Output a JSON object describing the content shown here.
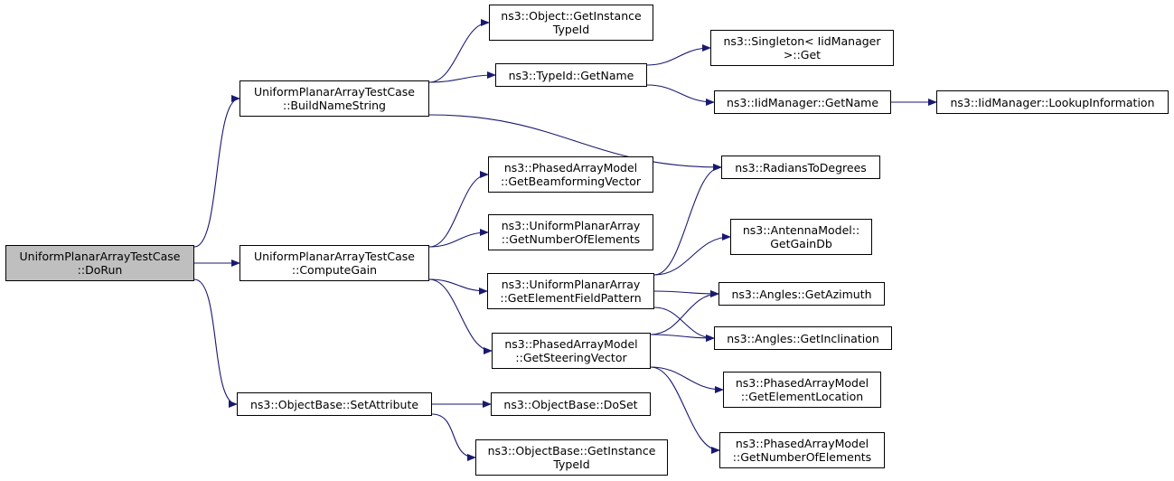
{
  "colors": {
    "edge": "#191970",
    "root_fill": "#bfbfbf",
    "node_fill": "#ffffff",
    "border": "#000000"
  },
  "nodes": {
    "dorun": [
      "UniformPlanarArrayTestCase",
      "::DoRun"
    ],
    "build_name": [
      "UniformPlanarArrayTestCase",
      "::BuildNameString"
    ],
    "compute_gain": [
      "UniformPlanarArrayTestCase",
      "::ComputeGain"
    ],
    "set_attribute": [
      "ns3::ObjectBase::SetAttribute"
    ],
    "object_get_instance_typeid": [
      "ns3::Object::GetInstance",
      "TypeId"
    ],
    "typeid_getname": [
      "ns3::TypeId::GetName"
    ],
    "singleton_get": [
      "ns3::Singleton< IidManager",
      ">::Get"
    ],
    "iidmanager_getname": [
      "ns3::IidManager::GetName"
    ],
    "iidmanager_lookup": [
      "ns3::IidManager::LookupInformation"
    ],
    "radians_to_degrees": [
      "ns3::RadiansToDegrees"
    ],
    "get_beamforming_vector": [
      "ns3::PhasedArrayModel",
      "::GetBeamformingVector"
    ],
    "upa_get_number_of_elements": [
      "ns3::UniformPlanarArray",
      "::GetNumberOfElements"
    ],
    "upa_get_element_field_pattern": [
      "ns3::UniformPlanarArray",
      "::GetElementFieldPattern"
    ],
    "get_steering_vector": [
      "ns3::PhasedArrayModel",
      "::GetSteeringVector"
    ],
    "antenna_get_gain_db": [
      "ns3::AntennaModel::",
      "GetGainDb"
    ],
    "angles_get_azimuth": [
      "ns3::Angles::GetAzimuth"
    ],
    "angles_get_inclination": [
      "ns3::Angles::GetInclination"
    ],
    "pam_get_element_location": [
      "ns3::PhasedArrayModel",
      "::GetElementLocation"
    ],
    "pam_get_number_of_elements": [
      "ns3::PhasedArrayModel",
      "::GetNumberOfElements"
    ],
    "objectbase_doset": [
      "ns3::ObjectBase::DoSet"
    ],
    "objectbase_get_instance_typeid": [
      "ns3::ObjectBase::GetInstance",
      "TypeId"
    ]
  },
  "edges": [
    [
      "dorun",
      "build_name"
    ],
    [
      "dorun",
      "compute_gain"
    ],
    [
      "dorun",
      "set_attribute"
    ],
    [
      "build_name",
      "object_get_instance_typeid"
    ],
    [
      "build_name",
      "typeid_getname"
    ],
    [
      "build_name",
      "radians_to_degrees"
    ],
    [
      "typeid_getname",
      "singleton_get"
    ],
    [
      "typeid_getname",
      "iidmanager_getname"
    ],
    [
      "iidmanager_getname",
      "iidmanager_lookup"
    ],
    [
      "compute_gain",
      "get_beamforming_vector"
    ],
    [
      "compute_gain",
      "upa_get_number_of_elements"
    ],
    [
      "compute_gain",
      "upa_get_element_field_pattern"
    ],
    [
      "compute_gain",
      "get_steering_vector"
    ],
    [
      "upa_get_element_field_pattern",
      "radians_to_degrees"
    ],
    [
      "upa_get_element_field_pattern",
      "antenna_get_gain_db"
    ],
    [
      "upa_get_element_field_pattern",
      "angles_get_azimuth"
    ],
    [
      "upa_get_element_field_pattern",
      "angles_get_inclination"
    ],
    [
      "get_steering_vector",
      "angles_get_azimuth"
    ],
    [
      "get_steering_vector",
      "angles_get_inclination"
    ],
    [
      "get_steering_vector",
      "pam_get_element_location"
    ],
    [
      "get_steering_vector",
      "pam_get_number_of_elements"
    ],
    [
      "set_attribute",
      "objectbase_doset"
    ],
    [
      "set_attribute",
      "objectbase_get_instance_typeid"
    ]
  ]
}
